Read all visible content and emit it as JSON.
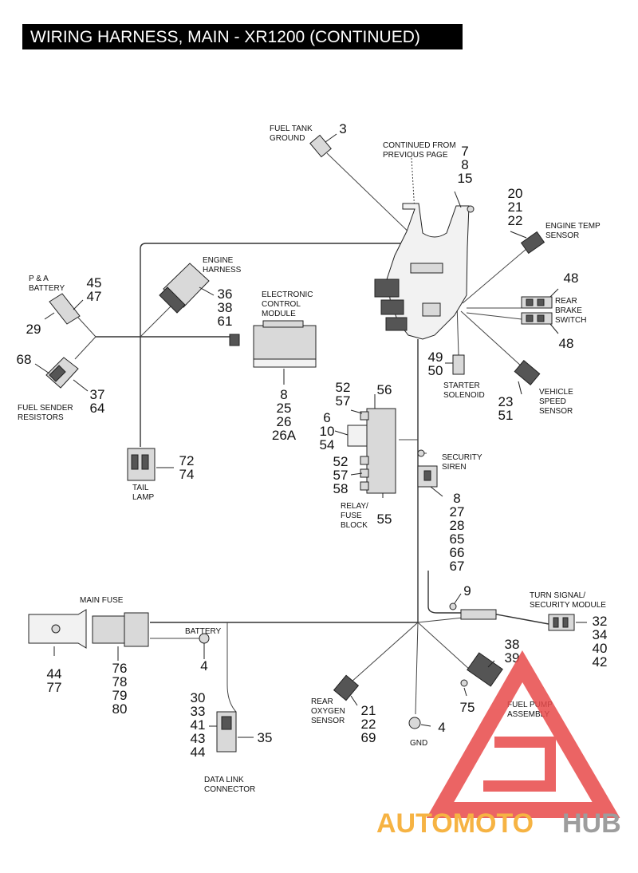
{
  "title": "WIRING HARNESS, MAIN - XR1200 (CONTINUED)",
  "labels": {
    "fuel_tank_ground": [
      "FUEL TANK",
      "GROUND"
    ],
    "continued": [
      "CONTINUED FROM",
      "PREVIOUS PAGE"
    ],
    "engine_temp": [
      "ENGINE TEMP",
      "SENSOR"
    ],
    "engine_harness": [
      "ENGINE",
      "HARNESS"
    ],
    "pa_battery": [
      "P & A",
      "BATTERY"
    ],
    "ecm": [
      "ELECTRONIC",
      "CONTROL",
      "MODULE"
    ],
    "rear_brake": [
      "REAR",
      "BRAKE",
      "SWITCH"
    ],
    "starter": [
      "STARTER",
      "SOLENOID"
    ],
    "vss": [
      "VEHICLE",
      "SPEED",
      "SENSOR"
    ],
    "fuel_sender": [
      "FUEL SENDER",
      "RESISTORS"
    ],
    "security_siren": [
      "SECURITY",
      "SIREN"
    ],
    "tail_lamp": [
      "TAIL",
      "LAMP"
    ],
    "relay_fuse": [
      "RELAY/",
      "FUSE",
      "BLOCK"
    ],
    "turn_signal": [
      "TURN SIGNAL/",
      "SECURITY MODULE"
    ],
    "main_fuse": [
      "MAIN FUSE"
    ],
    "battery": [
      "BATTERY"
    ],
    "rear_o2": [
      "REAR",
      "OXYGEN",
      "SENSOR"
    ],
    "fuel_pump": [
      "FUEL PUMP",
      "ASSEMBLY"
    ],
    "gnd": [
      "GND"
    ],
    "dlc": [
      "DATA LINK",
      "CONNECTOR"
    ]
  },
  "callouts": {
    "c3": [
      "3"
    ],
    "c7": [
      "7",
      "8",
      "15"
    ],
    "c20": [
      "20",
      "21",
      "22"
    ],
    "c45": [
      "45",
      "47"
    ],
    "c29": [
      "29"
    ],
    "c36": [
      "36",
      "38",
      "61"
    ],
    "c48a": [
      "48"
    ],
    "c48b": [
      "48"
    ],
    "c68": [
      "68"
    ],
    "c37": [
      "37",
      "64"
    ],
    "c8": [
      "8",
      "25",
      "26",
      "26A"
    ],
    "c49": [
      "49",
      "50"
    ],
    "c23": [
      "23",
      "51"
    ],
    "c52a": [
      "52",
      "57"
    ],
    "c56": [
      "56"
    ],
    "c6": [
      "6",
      "10",
      "54"
    ],
    "c52b": [
      "52",
      "57",
      "58"
    ],
    "c55": [
      "55"
    ],
    "c72": [
      "72",
      "74"
    ],
    "c8b": [
      "8",
      "27",
      "28",
      "65",
      "66",
      "67"
    ],
    "c9": [
      "9"
    ],
    "c32": [
      "32",
      "34",
      "40",
      "42"
    ],
    "c44": [
      "44",
      "77"
    ],
    "c76": [
      "76",
      "78",
      "79",
      "80"
    ],
    "c4a": [
      "4"
    ],
    "c38": [
      "38",
      "39"
    ],
    "c75": [
      "75"
    ],
    "c30": [
      "30",
      "33",
      "41",
      "43",
      "44"
    ],
    "c35": [
      "35"
    ],
    "c21": [
      "21",
      "22",
      "69"
    ],
    "c4b": [
      "4"
    ]
  },
  "watermark": {
    "part1": "AUTOMOTO",
    "part2": "HUB"
  },
  "colors": {
    "title_bg": "#000000",
    "watermark_orange": "#f5a623",
    "watermark_gray": "#8c8c8c",
    "watermark_red": "#e84a4a"
  }
}
